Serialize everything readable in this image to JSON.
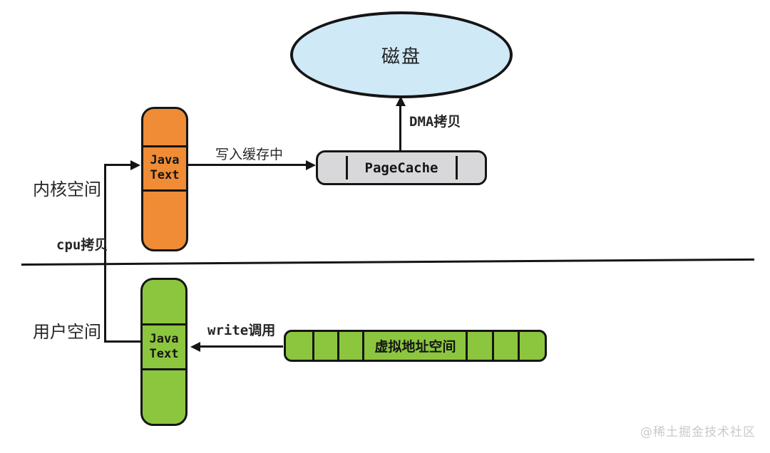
{
  "colors": {
    "disk_fill": "#cfe9f7",
    "kernel_buffer_fill": "#ef8c35",
    "user_buffer_fill": "#8cc63f",
    "virtual_address_fill": "#8cc63f",
    "pagecache_fill": "#d8d8da",
    "stroke": "#151515",
    "watermark": "#c9c9c9"
  },
  "regions": {
    "kernel_space": "内核空间",
    "user_space": "用户空间"
  },
  "nodes": {
    "disk": {
      "label": "磁盘"
    },
    "page_cache": {
      "label": "PageCache"
    },
    "kernel_buffer": {
      "label": "Java\nText"
    },
    "user_buffer": {
      "label": "Java\nText"
    },
    "virtual_address_space": {
      "label": "虚拟地址空间"
    }
  },
  "edges": {
    "dma_copy": {
      "label": "DMA拷贝"
    },
    "write_to_cache": {
      "label": "写入缓存中"
    },
    "cpu_copy": {
      "label": "cpu拷贝"
    },
    "write_call": {
      "label": "write调用"
    }
  },
  "watermark": "@稀土掘金技术社区"
}
